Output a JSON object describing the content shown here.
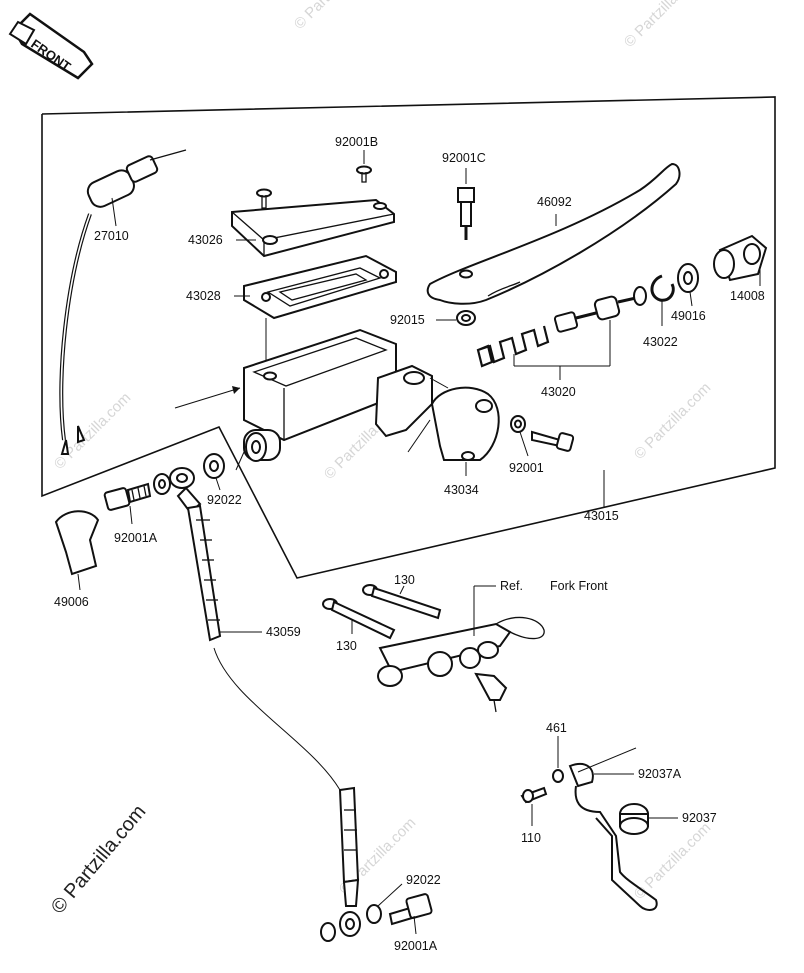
{
  "watermark": {
    "text": "© Partzilla.com",
    "side_text": "© Partzilla.com"
  },
  "front_badge": "FRONT",
  "labels": {
    "p92001B": "92001B",
    "p92001C": "92001C",
    "p27010": "27010",
    "p46092": "46092",
    "p43026": "43026",
    "p43028": "43028",
    "p92015": "92015",
    "p14008": "14008",
    "p49016": "49016",
    "p43022": "43022",
    "p43020": "43020",
    "p92001": "92001",
    "p43034": "43034",
    "p43015": "43015",
    "p92022a": "92022",
    "p92001Aa": "92001A",
    "p49006": "49006",
    "p43059": "43059",
    "p130a": "130",
    "p130b": "130",
    "ref": "Ref.",
    "fork_front": "Fork Front",
    "p461": "461",
    "p92037A": "92037A",
    "p92037": "92037",
    "p110": "110",
    "p92022b": "92022",
    "p92001Ab": "92001A"
  }
}
